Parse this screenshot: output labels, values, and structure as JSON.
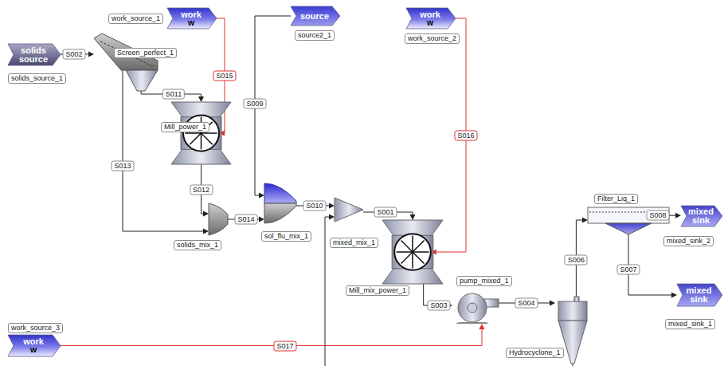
{
  "diagram": {
    "nodes": [
      {
        "text": [
          "solids source",
          "solids_source_1"
        ]
      },
      {
        "text": [
          "Screen_perfect_1"
        ]
      },
      {
        "text": [
          "work",
          "W",
          "work_source_1"
        ]
      },
      {
        "text": [
          "Mill_power_1"
        ]
      },
      {
        "text": [
          "source",
          "source2_1"
        ]
      },
      {
        "text": [
          "work",
          "W",
          "work_source_2"
        ]
      },
      {
        "text": [
          "solids_mix_1"
        ]
      },
      {
        "text": [
          "sol_flu_mix_1"
        ]
      },
      {
        "text": [
          "mixed_mix_1"
        ]
      },
      {
        "text": [
          "Mill_mix_power_1"
        ]
      },
      {
        "text": [
          "pump_mixed_1"
        ]
      },
      {
        "text": [
          "Hydrocyclone_1"
        ]
      },
      {
        "text": [
          "Filter_Liq_1"
        ]
      },
      {
        "text": [
          "mixed sink",
          "mixed_sink_2"
        ]
      },
      {
        "text": [
          "mixed sink",
          "mixed_sink_1"
        ]
      },
      {
        "text": [
          "work",
          "W",
          "work_source_3"
        ]
      }
    ],
    "edges": [
      {
        "from": 0,
        "to": 1,
        "label": "S002",
        "arrow": "to"
      },
      {
        "from": 1,
        "to": 3,
        "label": "S011",
        "arrow": "to"
      },
      {
        "from": 1,
        "to": 6,
        "label": "S013",
        "arrow": "to"
      },
      {
        "from": 2,
        "to": 3,
        "label": "S015",
        "arrow": "to"
      },
      {
        "from": 3,
        "to": 6,
        "label": "S012",
        "arrow": "to"
      },
      {
        "from": 6,
        "to": 7,
        "label": "S014",
        "arrow": "to"
      },
      {
        "from": 4,
        "to": 7,
        "label": "S009",
        "arrow": "to"
      },
      {
        "from": 7,
        "to": 8,
        "label": "S010",
        "arrow": "to"
      },
      {
        "from": 8,
        "to": 9,
        "label": "S001",
        "arrow": "to"
      },
      {
        "from": 5,
        "to": 9,
        "label": "S016",
        "arrow": "to"
      },
      {
        "from": 9,
        "to": 10,
        "label": "S003",
        "arrow": "to"
      },
      {
        "from": 15,
        "to": 10,
        "label": "S017",
        "arrow": "to"
      },
      {
        "from": 10,
        "to": 11,
        "label": "S004",
        "arrow": "to"
      },
      {
        "from": 11,
        "to": 12,
        "label": "S006",
        "arrow": "to"
      },
      {
        "from": 12,
        "to": 13,
        "label": "S008",
        "arrow": "to"
      },
      {
        "from": 12,
        "to": 14,
        "label": "S007",
        "arrow": "to"
      }
    ]
  }
}
